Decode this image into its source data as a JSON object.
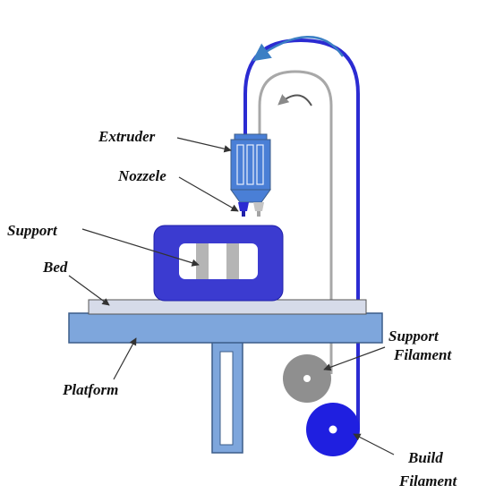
{
  "labels": {
    "extruder": "Extruder",
    "nozzle": "Nozzele",
    "support": "Support",
    "bed": "Bed",
    "platform": "Platform",
    "support_filament_line1": "Support",
    "support_filament_line2": "Filament",
    "build_filament_line1": "Build",
    "build_filament_line2": "Filament"
  },
  "colors": {
    "build": "#1f1fe0",
    "build_dark": "#2b2bd2",
    "support": "#9e9e9e",
    "support_gray": "#8a8a8a",
    "extruder": "#4a7fd6",
    "bed": "#d6dbe9",
    "platform": "#7ea6dc",
    "arrow": "#3b7fc4",
    "text": "#111111"
  }
}
